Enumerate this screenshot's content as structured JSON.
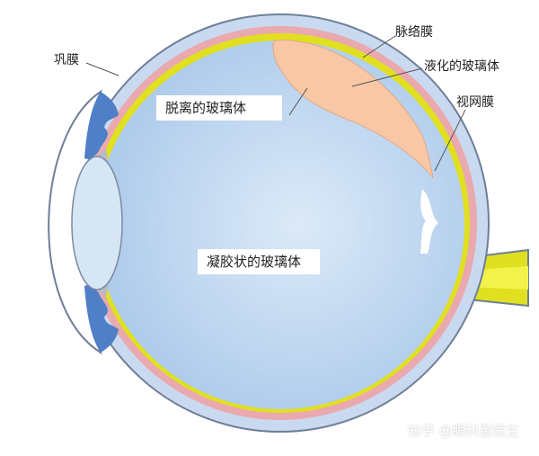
{
  "labels": {
    "sclera": "巩膜",
    "choroid": "脉络膜",
    "liquid_vitreous": "液化的玻璃体",
    "retina": "视网膜",
    "detached_vitreous": "脱离的玻璃体",
    "gel_vitreous": "凝胶状的玻璃体"
  },
  "watermark": "知乎 @眼科董医生",
  "colors": {
    "vitreous": "#b7d4ef",
    "sclera_outer": "#6f7f97",
    "sclera_fill": "#c9daf0",
    "choroid": "#e9a9ae",
    "retina": "#e0e020",
    "liquid_vitreous": "#f8c7a5",
    "iris": "#4f7fc7",
    "lens": "#d7e6f5"
  }
}
